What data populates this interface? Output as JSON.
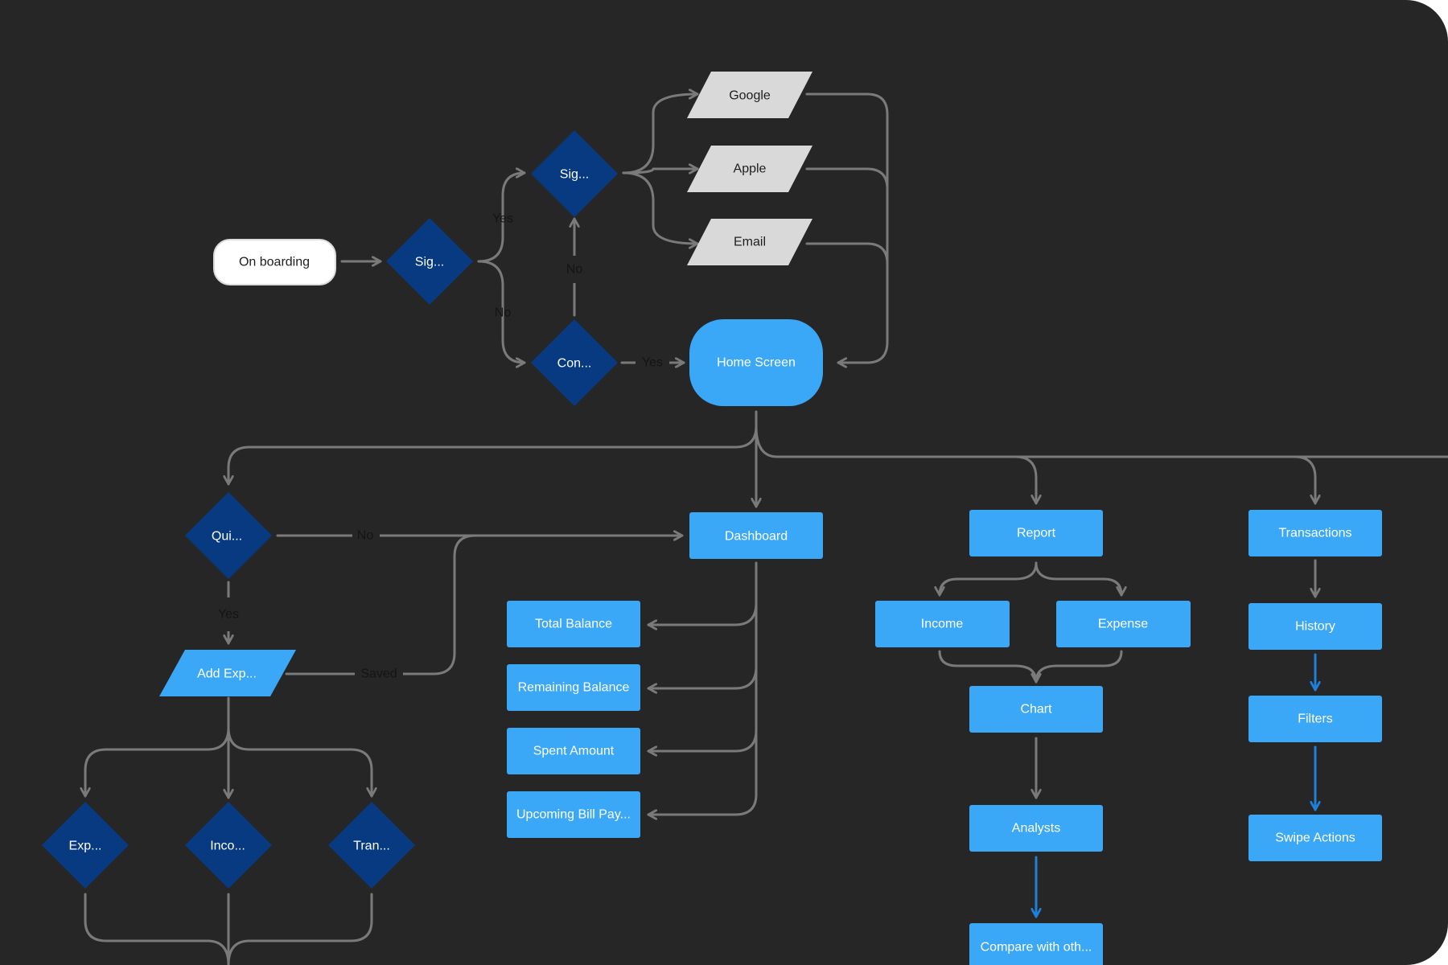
{
  "colors": {
    "background": "#262626",
    "connector": "#7a7a7a",
    "connector_accent": "#1f7fd9",
    "decision": "#073a80",
    "process": "#3ba7f7",
    "io_gray": "#d9d9d9",
    "start": "#ffffff"
  },
  "nodes": {
    "onboarding": "On boarding",
    "sig1": "Sig...",
    "sig2": "Sig...",
    "con": "Con...",
    "google": "Google",
    "apple": "Apple",
    "email": "Email",
    "home": "Home Screen",
    "qui": "Qui...",
    "dashboard": "Dashboard",
    "add_exp": "Add Exp...",
    "total_balance": "Total Balance",
    "remaining_balance": "Remaining Balance",
    "spent_amount": "Spent Amount",
    "upcoming_bill": "Upcoming Bill Pay...",
    "exp": "Exp...",
    "inco": "Inco...",
    "tran": "Tran...",
    "report": "Report",
    "income": "Income",
    "expense": "Expense",
    "chart": "Chart",
    "analysts": "Analysts",
    "compare": "Compare with oth...",
    "transactions": "Transactions",
    "history": "History",
    "filters": "Filters",
    "swipe_actions": "Swipe Actions"
  },
  "edge_labels": {
    "yes_sig": "Yes",
    "no_sig": "No",
    "no_con": "No",
    "yes_con": "Yes",
    "no_qui": "No",
    "yes_qui": "Yes",
    "saved": "Saved"
  }
}
